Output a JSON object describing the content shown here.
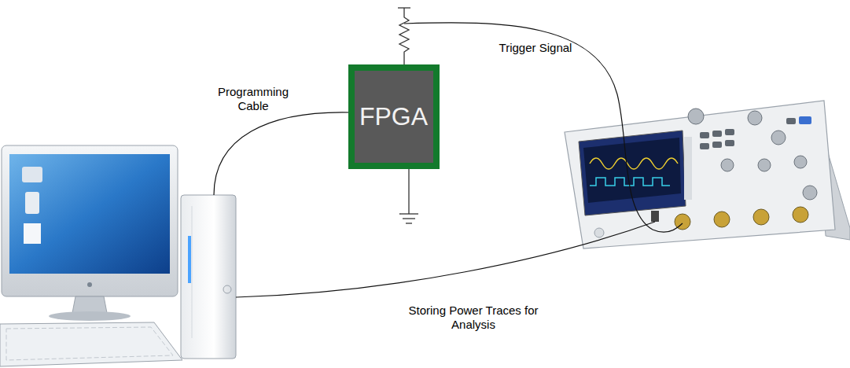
{
  "diagram": {
    "nodes": [
      {
        "text": [
          "FPGA"
        ]
      }
    ],
    "labels": [
      "Programming Cable",
      "Trigger Signal",
      "Storing Power Traces for Analysis"
    ]
  }
}
